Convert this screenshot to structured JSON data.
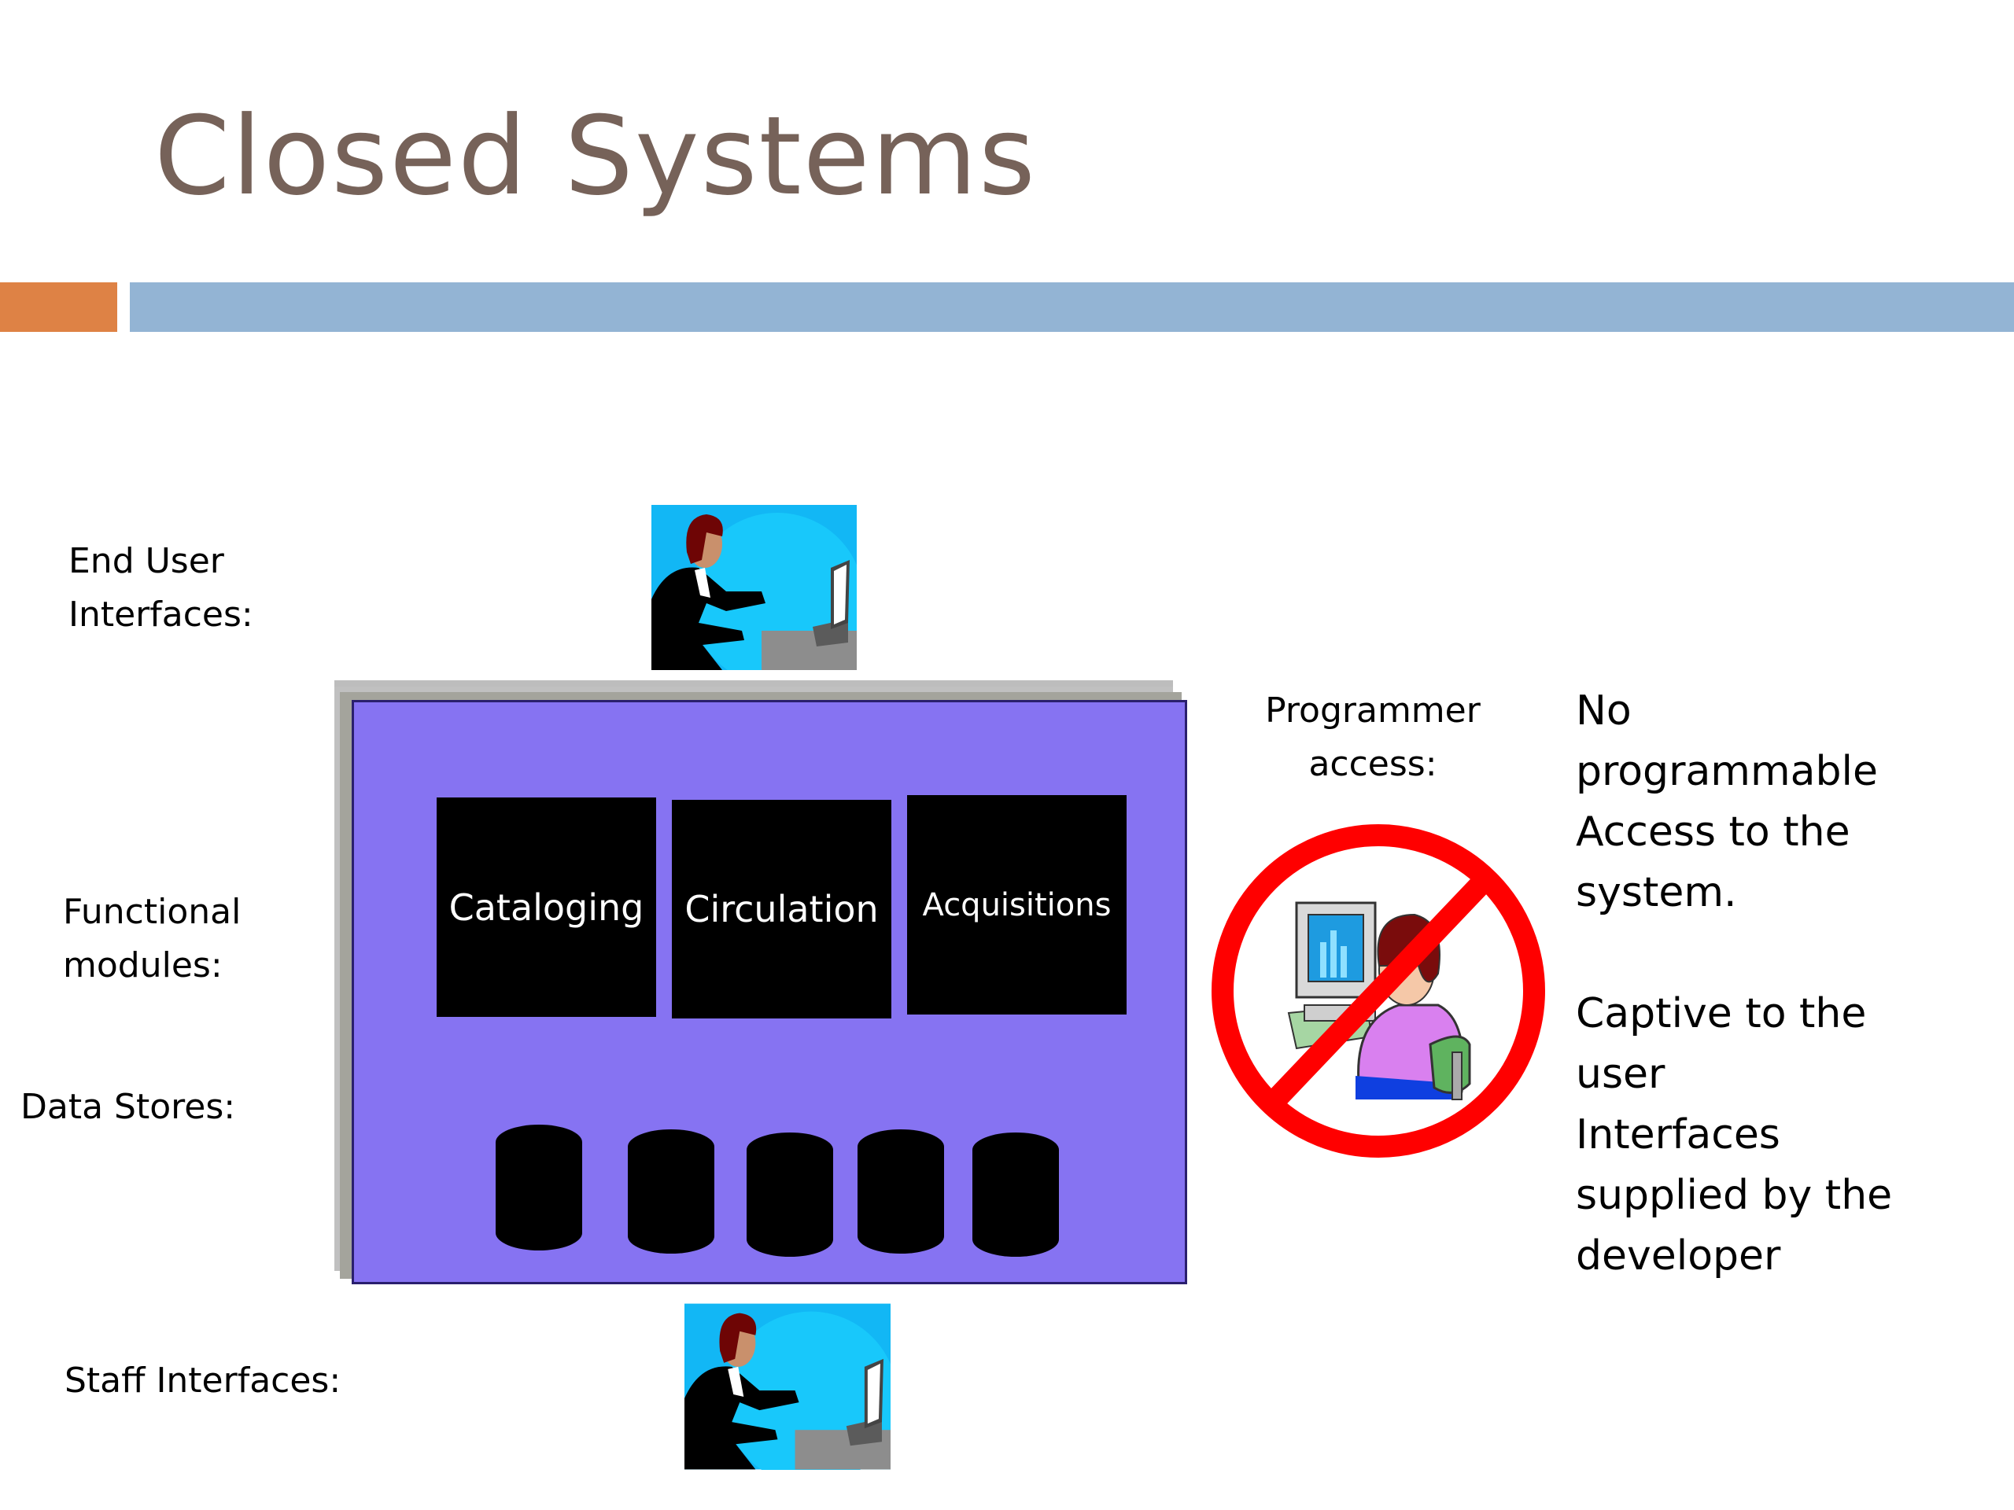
{
  "slide": {
    "title": "Closed Systems",
    "accent_colors": {
      "title": "#766259",
      "bar_left": "#de8245",
      "bar_right": "#93b4d4",
      "box": "#8673f2",
      "no_sign": "#ff0000"
    }
  },
  "labels": {
    "end_user_line1": "End User",
    "end_user_line2": "Interfaces:",
    "functional_line1": "Functional",
    "functional_line2": "modules:",
    "data_stores": "Data Stores:",
    "staff": "Staff Interfaces:",
    "programmer_line1": "Programmer",
    "programmer_line2": "access:"
  },
  "modules": [
    "Cataloging",
    "Circulation",
    "Acquisitions"
  ],
  "data_stores_count": 5,
  "icons": {
    "end_user": "person-at-laptop-icon",
    "staff": "person-at-laptop-icon",
    "programmer": "no-programmer-access-icon"
  },
  "description": {
    "block1": [
      "No",
      "programmable",
      "Access to the",
      "system."
    ],
    "block2": [
      "Captive to the",
      "user",
      "Interfaces",
      "supplied by the",
      "developer"
    ]
  }
}
